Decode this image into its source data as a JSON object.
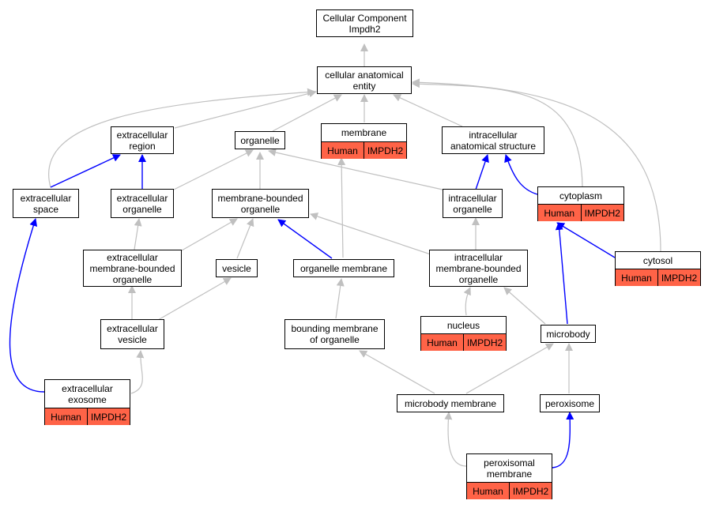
{
  "colors": {
    "gray_edge": "#c0c0c0",
    "blue_edge": "#0000ff",
    "annotation_fill": "#ff6347"
  },
  "nodes": {
    "cc": {
      "label": "Cellular Component\nImpdh2"
    },
    "cae": {
      "label": "cellular anatomical\nentity"
    },
    "extracellular_region": {
      "label": "extracellular\nregion"
    },
    "organelle": {
      "label": "organelle"
    },
    "membrane": {
      "label": "membrane",
      "species": "Human",
      "gene": "IMPDH2"
    },
    "ias": {
      "label": "intracellular\nanatomical structure"
    },
    "extracellular_space": {
      "label": "extracellular\nspace"
    },
    "extracellular_organelle": {
      "label": "extracellular\norganelle"
    },
    "mbo": {
      "label": "membrane-bounded\norganelle"
    },
    "intracellular_organelle": {
      "label": "intracellular\norganelle"
    },
    "cytoplasm": {
      "label": "cytoplasm",
      "species": "Human",
      "gene": "IMPDH2"
    },
    "embo": {
      "label": "extracellular\nmembrane-bounded\norganelle"
    },
    "vesicle": {
      "label": "vesicle"
    },
    "organelle_membrane": {
      "label": "organelle membrane"
    },
    "imbo": {
      "label": "intracellular\nmembrane-bounded\norganelle"
    },
    "cytosol": {
      "label": "cytosol",
      "species": "Human",
      "gene": "IMPDH2"
    },
    "extracellular_vesicle": {
      "label": "extracellular\nvesicle"
    },
    "bmo": {
      "label": "bounding membrane\nof organelle"
    },
    "nucleus": {
      "label": "nucleus",
      "species": "Human",
      "gene": "IMPDH2"
    },
    "microbody": {
      "label": "microbody"
    },
    "exosome": {
      "label": "extracellular\nexosome",
      "species": "Human",
      "gene": "IMPDH2"
    },
    "microbody_membrane": {
      "label": "microbody membrane"
    },
    "peroxisome": {
      "label": "peroxisome"
    },
    "peroxisomal_membrane": {
      "label": "peroxisomal\nmembrane",
      "species": "Human",
      "gene": "IMPDH2"
    }
  }
}
